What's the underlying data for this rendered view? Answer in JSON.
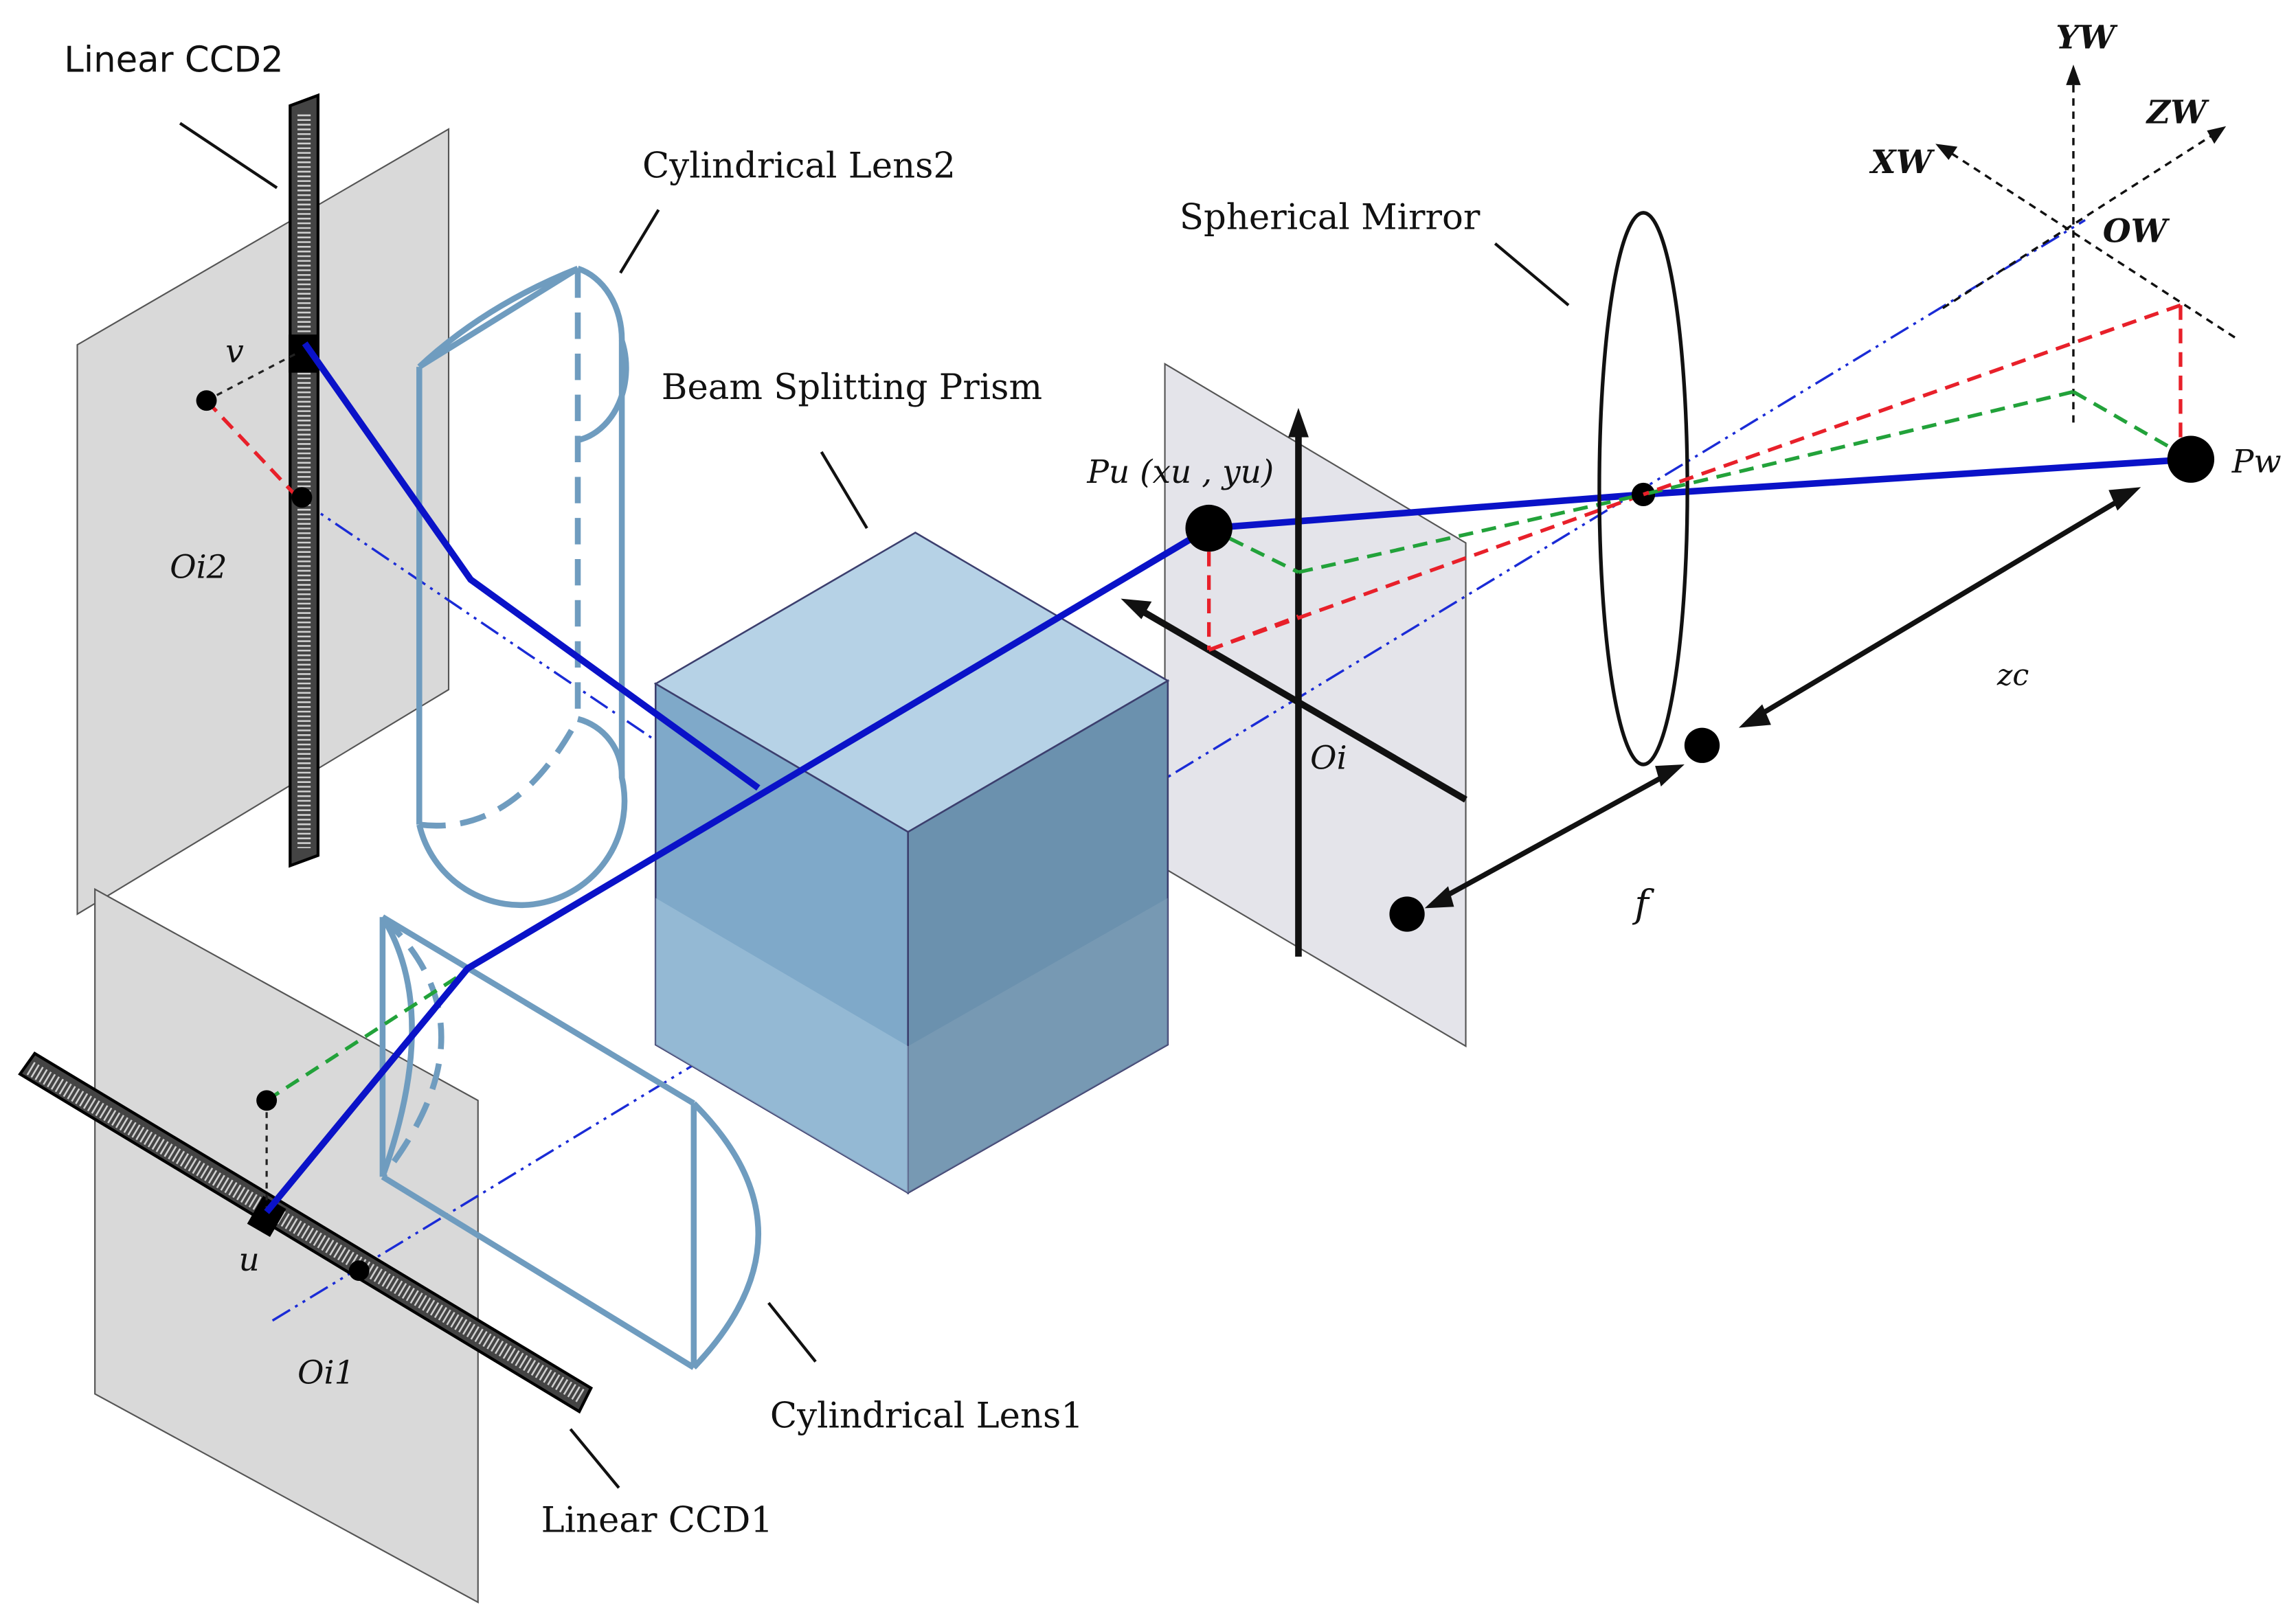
{
  "labels": {
    "linear_ccd2": "Linear CCD2",
    "linear_ccd1": "Linear CCD1",
    "cyl_lens2": "Cylindrical Lens2",
    "cyl_lens1": "Cylindrical Lens1",
    "beam_prism": "Beam Splitting Prism",
    "spherical_mirror": "Spherical Mirror",
    "v": "v",
    "u": "u",
    "oi2": "Oi2",
    "oi1": "Oi1",
    "oi": "Oi",
    "pu": "Pu (xu , yu)",
    "pw": "Pw",
    "zc": "zc",
    "f": "f",
    "xw": "XW",
    "yw": "YW",
    "zw": "ZW",
    "ow": "OW"
  },
  "colors": {
    "ray": "#0a12c8",
    "axis": "#1a2bd6",
    "red_dash": "#e8202a",
    "green_dash": "#22a23a",
    "lens": "#6f9cbf",
    "panel": "#d9d9d9",
    "prism_front": "#7fa9c9",
    "prism_top": "#b6d2e6",
    "prism_side": "#6b91ae"
  }
}
